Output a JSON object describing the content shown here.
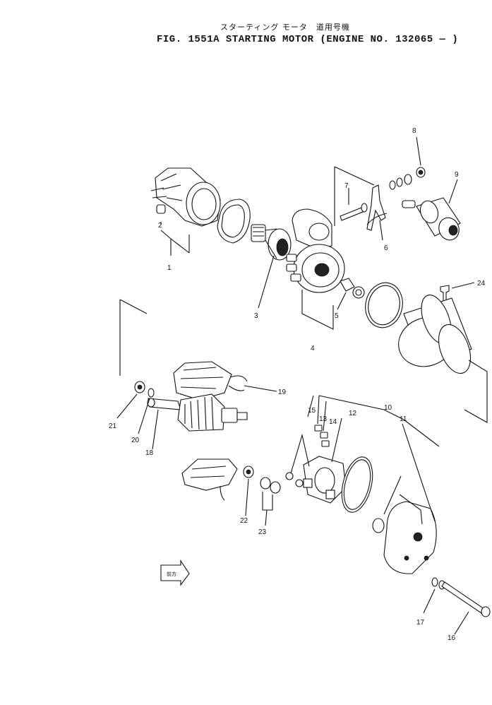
{
  "header": {
    "title_jp": "スターティング モータ　道用号機",
    "title_en": "FIG. 1551A  STARTING MOTOR (ENGINE NO. 132065 — )"
  },
  "callouts": {
    "c1": "1",
    "c2": "2",
    "c3": "3",
    "c4": "4",
    "c5": "5",
    "c6": "6",
    "c7": "7",
    "c8": "8",
    "c9": "9",
    "c10": "10",
    "c11": "11",
    "c12": "12",
    "c13": "13",
    "c14": "14",
    "c15": "15",
    "c16": "16",
    "c17": "17",
    "c18": "18",
    "c19": "19",
    "c20": "20",
    "c21": "21",
    "c22": "22",
    "c23": "23",
    "c24": "24"
  },
  "badge": {
    "label": "前方"
  }
}
